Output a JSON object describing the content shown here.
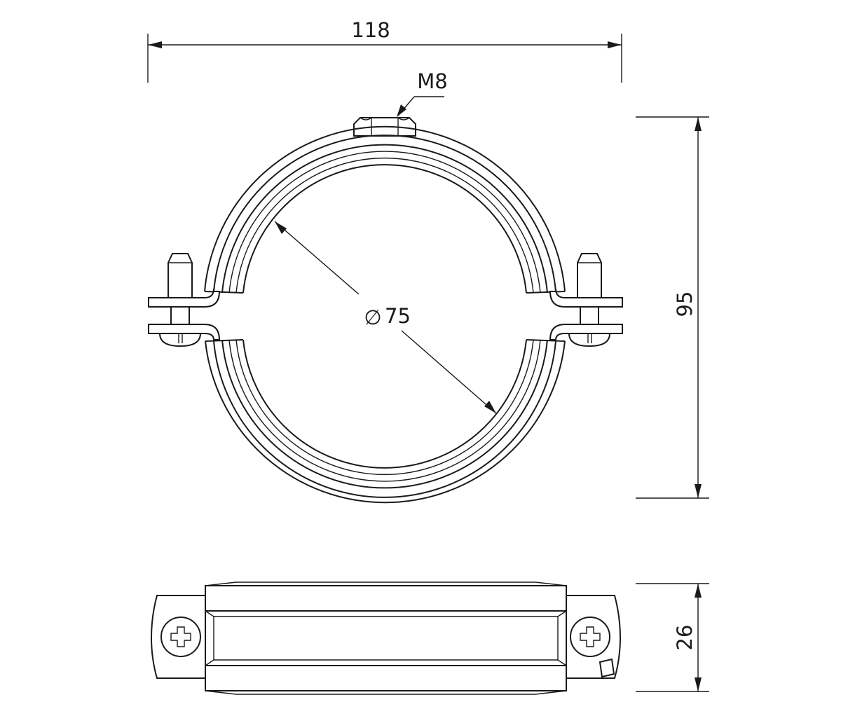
{
  "drawing": {
    "dimensions": {
      "width": "118",
      "height": "95",
      "depth": "26",
      "thread": "M8",
      "diameter": "75",
      "diameter_symbol": "∅"
    }
  }
}
